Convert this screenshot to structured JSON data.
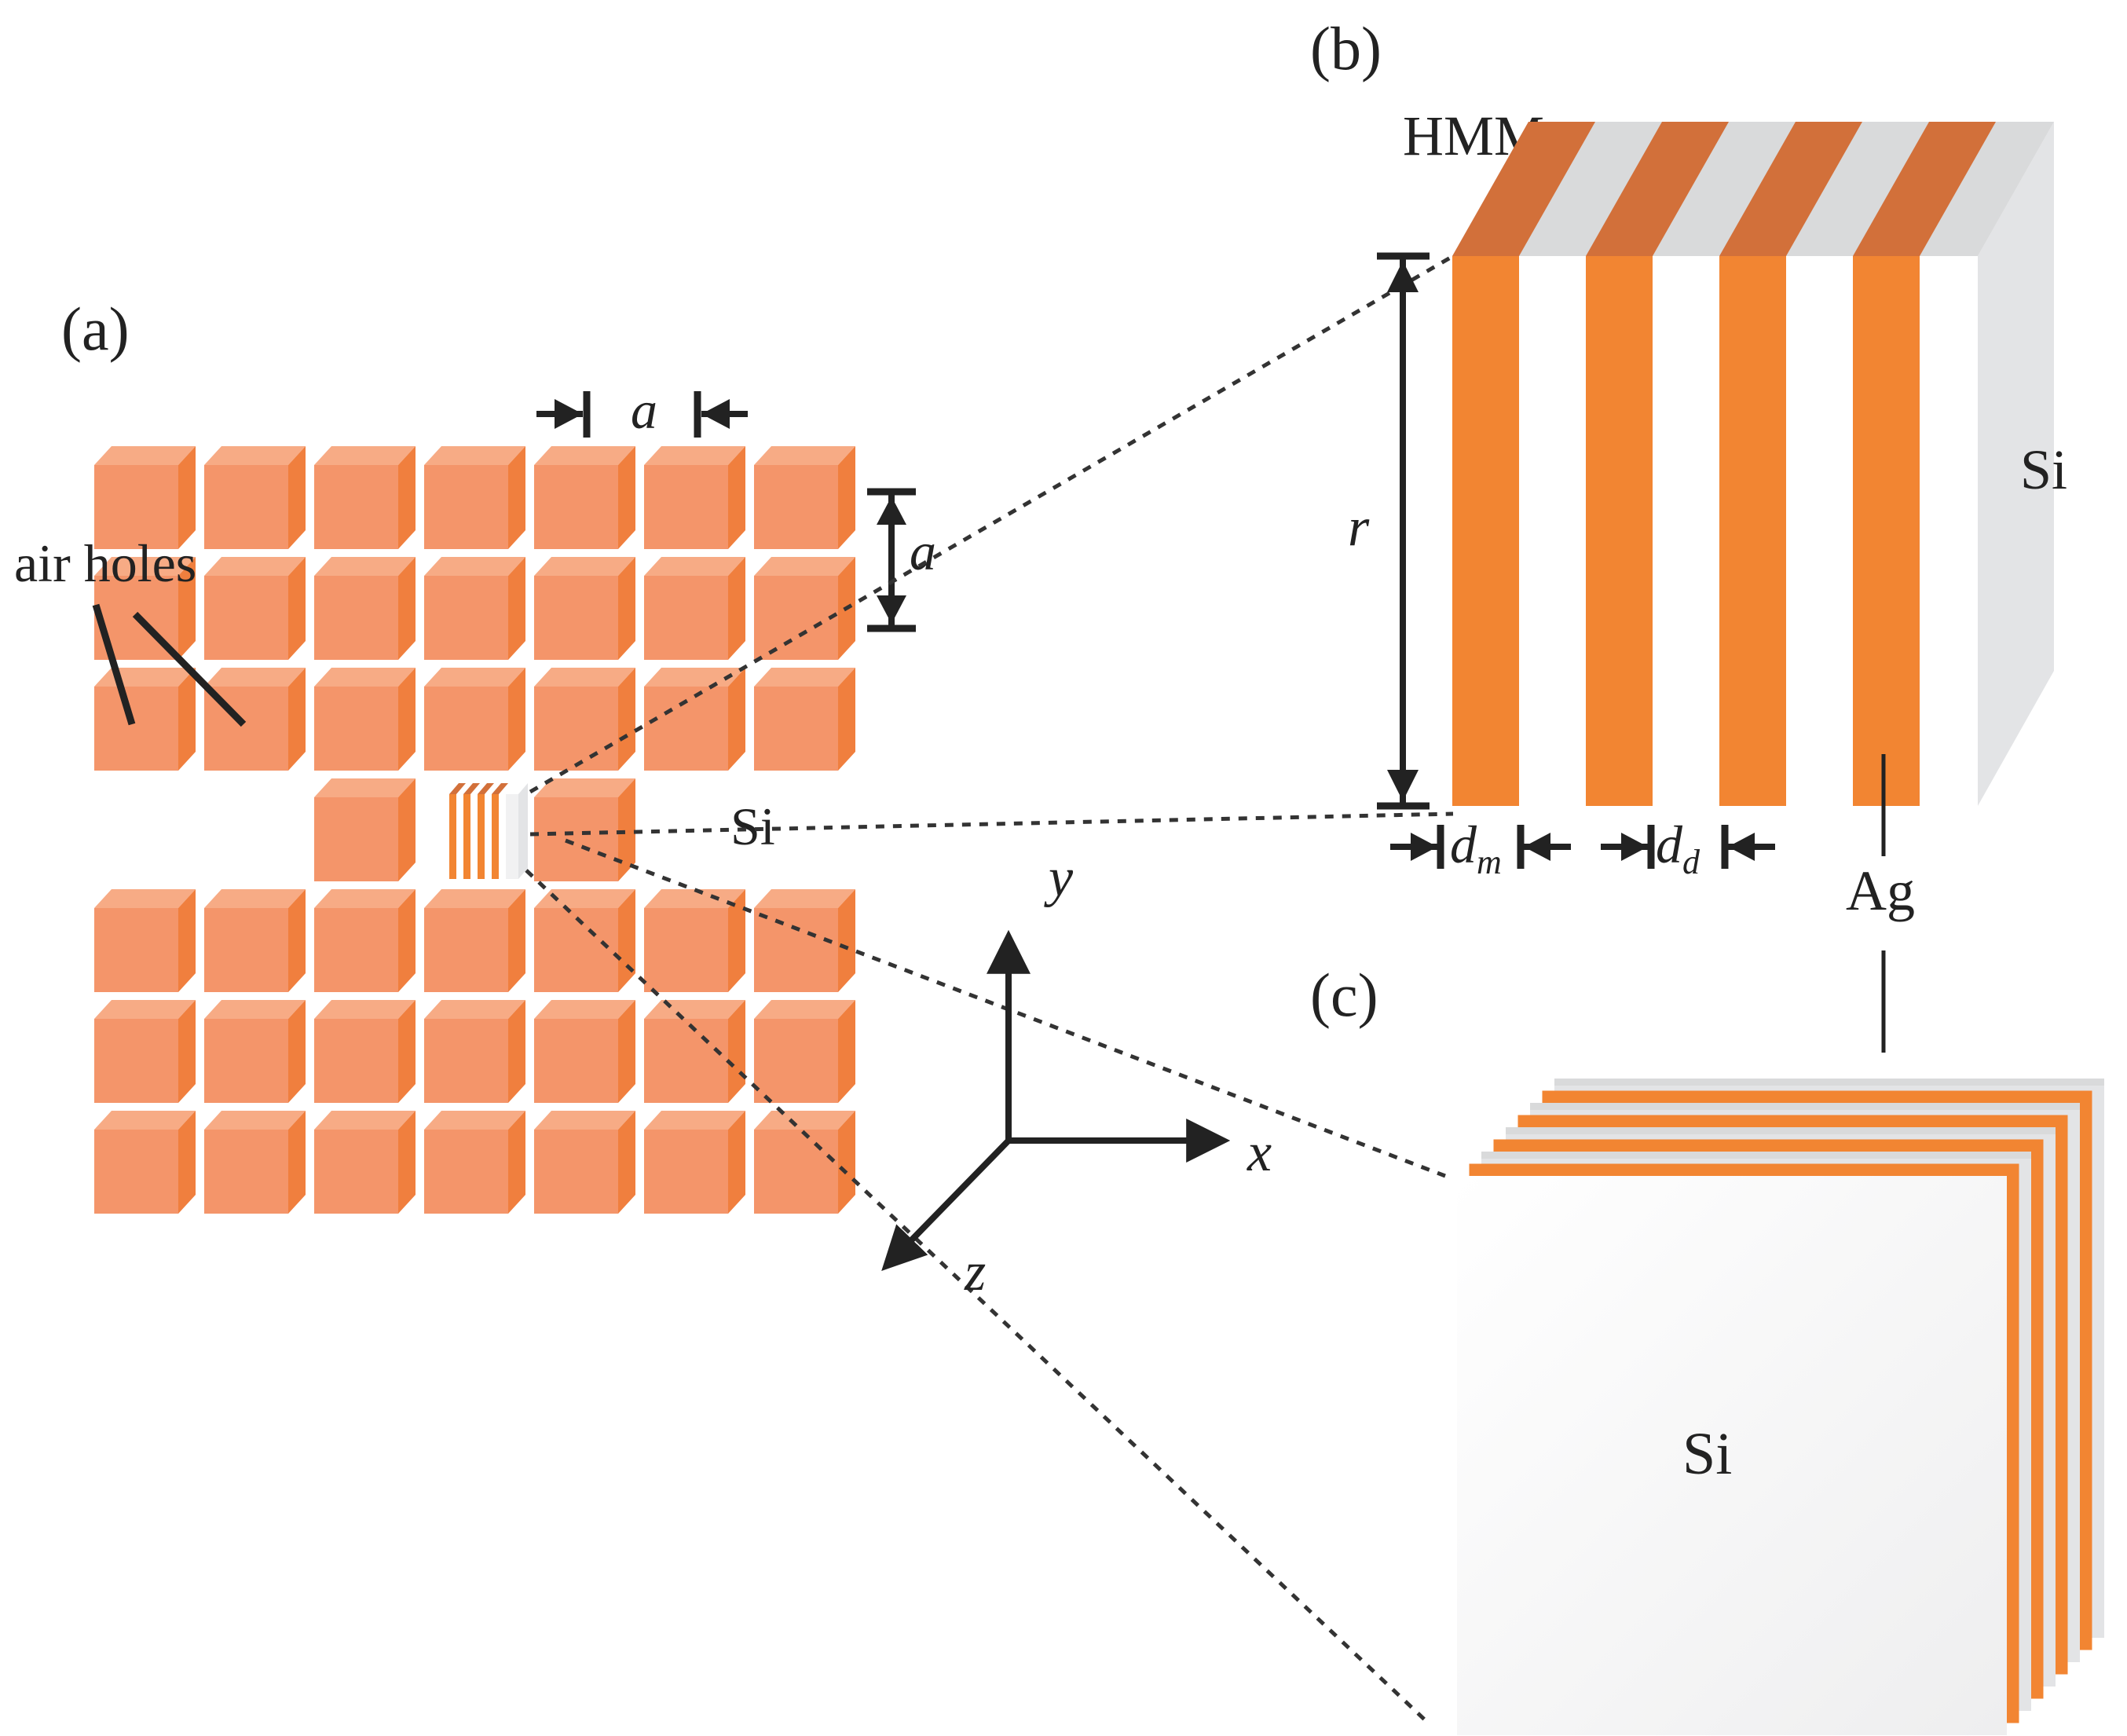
{
  "panels": {
    "a": "(a)",
    "b": "(b)",
    "c": "(c)"
  },
  "labels": {
    "air_holes": "air holes",
    "si_a": "Si",
    "si_b": "Si",
    "si_c": "Si",
    "hmm": "HMM",
    "ag": "Ag"
  },
  "dimensions": {
    "lattice_constant": "a",
    "radius": "r",
    "metal_thickness_base": "d",
    "metal_thickness_sub": "m",
    "dielectric_thickness_base": "d",
    "dielectric_thickness_sub": "d"
  },
  "axes": {
    "x": "x",
    "y": "y",
    "z": "z"
  },
  "lattice": {
    "columns": 7,
    "rows": 7,
    "defect_row": 4,
    "defect_row_columns": [
      3,
      5
    ],
    "hmm_rod_column": 4
  },
  "colors": {
    "rod_front": "#f4956a",
    "rod_side": "#f07f3e",
    "rod_top": "#f7ab85",
    "silver": "#f28532",
    "silver_top": "#d2703a",
    "silicon": "#ffffff",
    "silicon_top": "#d9dadb",
    "silicon_side": "#e3e4e6",
    "ink": "#222222"
  }
}
